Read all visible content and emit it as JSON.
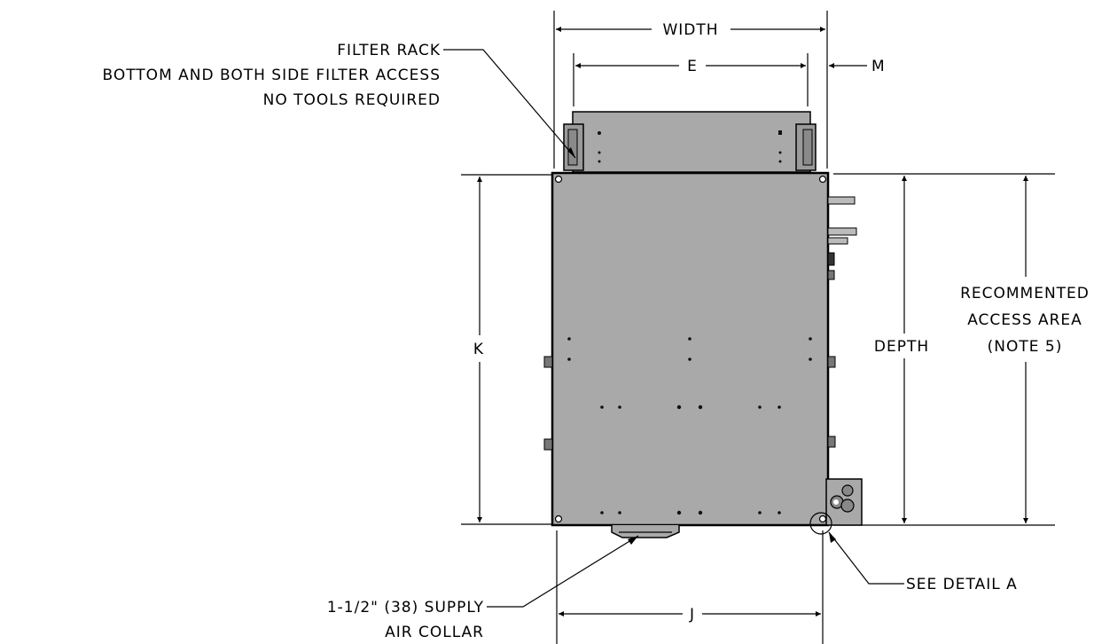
{
  "labels": {
    "width": "WIDTH",
    "e": "E",
    "m": "M",
    "k": "K",
    "j": "J",
    "depth": "DEPTH",
    "filter_rack": "FILTER RACK",
    "filter_access": "BOTTOM AND BOTH SIDE FILTER ACCESS",
    "no_tools": "NO TOOLS REQUIRED",
    "access_area_1": "RECOMMENTED",
    "access_area_2": "ACCESS AREA",
    "access_area_3": "(NOTE 5)",
    "supply_1": "1-1/2\" (38) SUPPLY",
    "supply_2": "AIR COLLAR",
    "see_detail": "SEE DETAIL A"
  },
  "colors": {
    "unit_fill": "#a9a9a9",
    "line": "#000000",
    "background": "#ffffff"
  }
}
